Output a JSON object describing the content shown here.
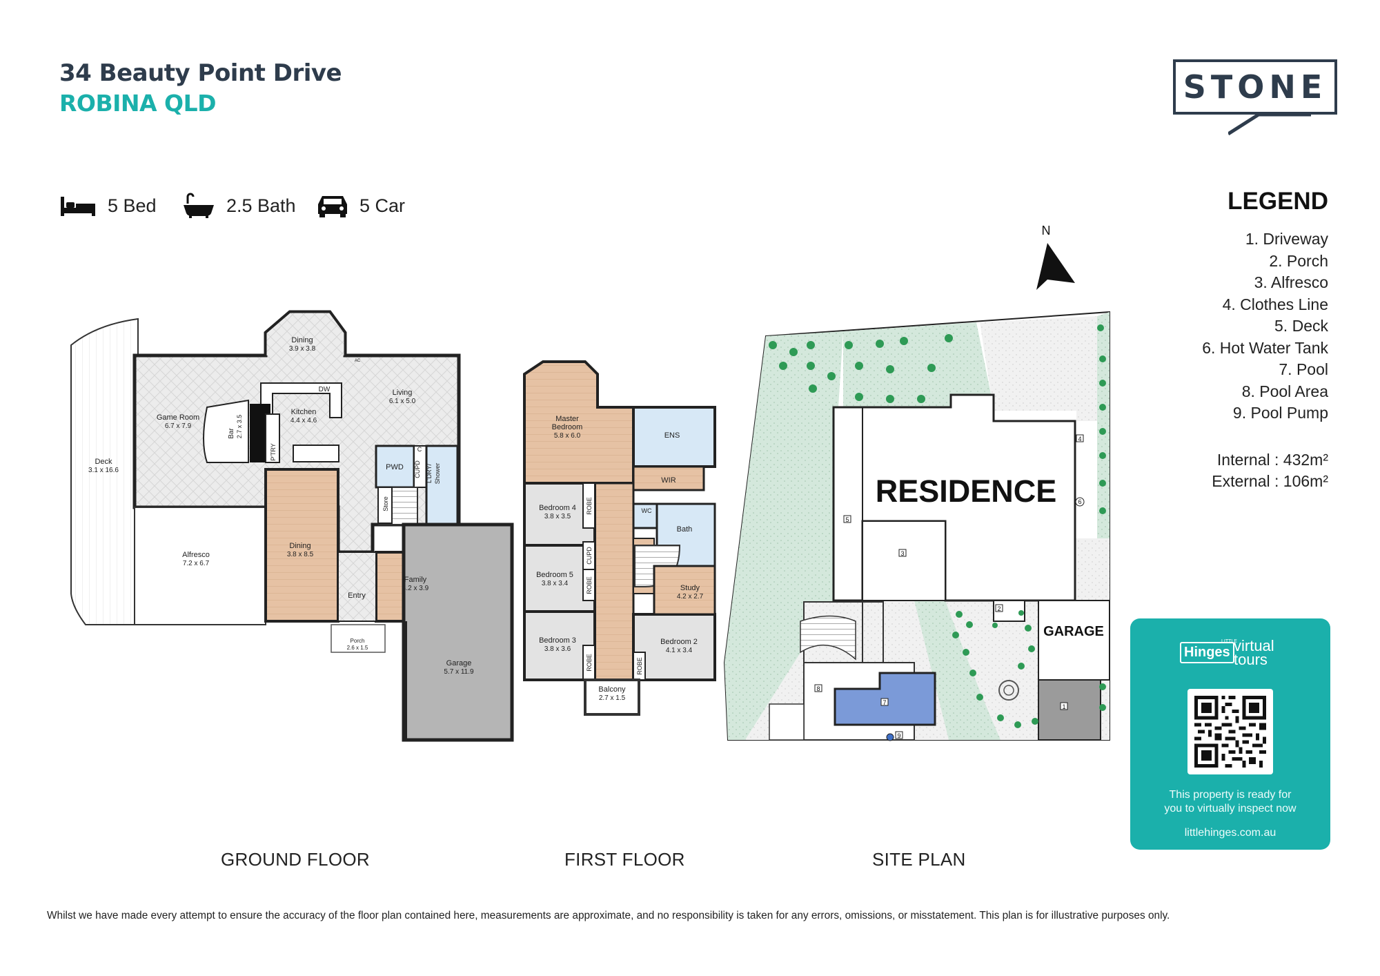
{
  "header": {
    "address_line1": "34 Beauty Point Drive",
    "address_line2": "ROBINA QLD",
    "logo_text": "STONE"
  },
  "features": [
    {
      "icon": "bed-icon",
      "label": "5 Bed"
    },
    {
      "icon": "bath-icon",
      "label": "2.5 Bath"
    },
    {
      "icon": "car-icon",
      "label": "5 Car"
    }
  ],
  "legend": {
    "title": "LEGEND",
    "items": [
      "1. Driveway",
      "2. Porch",
      "3. Alfresco",
      "4. Clothes Line",
      "5. Deck",
      "6. Hot Water Tank",
      "7. Pool",
      "8. Pool Area",
      "9. Pool Pump"
    ],
    "internal": "Internal  : 432m²",
    "external": "External : 106m²"
  },
  "ground_floor": {
    "label": "GROUND FLOOR",
    "rooms": {
      "deck": {
        "name": "Deck",
        "dims": "3.1 x 16.6"
      },
      "game": {
        "name": "Game Room",
        "dims": "6.7 x 7.9"
      },
      "bar": {
        "name": "Bar",
        "dims": "2.7 x 3.5"
      },
      "ptry": {
        "name": "P'TRY"
      },
      "dining_top": {
        "name": "Dining",
        "dims": "3.9 x 3.8"
      },
      "kitchen": {
        "name": "Kitchen",
        "dims": "4.4 x 4.6"
      },
      "dw": {
        "name": "DW"
      },
      "ac": {
        "name": "AC"
      },
      "living": {
        "name": "Living",
        "dims": "6.1 x 5.0"
      },
      "pwd": {
        "name": "PWD"
      },
      "cupd": {
        "name": "CUPD"
      },
      "c": {
        "name": "C"
      },
      "ldry": {
        "name": "L'DRY/"
      },
      "shower": {
        "name": "Shower"
      },
      "store": {
        "name": "Store"
      },
      "alfresco": {
        "name": "Alfresco",
        "dims": "7.2 x 6.7"
      },
      "dining": {
        "name": "Dining",
        "dims": "3.8 x 8.5"
      },
      "family": {
        "name": "Family",
        "dims": "4.2 x 3.9"
      },
      "entry": {
        "name": "Entry"
      },
      "porch": {
        "name": "Porch",
        "dims": "2.6 x 1.5"
      },
      "garage": {
        "name": "Garage",
        "dims": "5.7 x 11.9"
      }
    }
  },
  "first_floor": {
    "label": "FIRST FLOOR",
    "rooms": {
      "master": {
        "name": "Master",
        "name2": "Bedroom",
        "dims": "5.8 x 6.0"
      },
      "ens": {
        "name": "ENS"
      },
      "wir": {
        "name": "WIR"
      },
      "bed4": {
        "name": "Bedroom 4",
        "dims": "3.8 x 3.5"
      },
      "robe1": {
        "name": "ROBE"
      },
      "robe2": {
        "name": "ROBE"
      },
      "robe3": {
        "name": "ROBE"
      },
      "robe4": {
        "name": "ROBE"
      },
      "cupd": {
        "name": "CUPD"
      },
      "wc": {
        "name": "WC"
      },
      "bath": {
        "name": "Bath"
      },
      "bed5": {
        "name": "Bedroom 5",
        "dims": "3.8 x 3.4"
      },
      "study": {
        "name": "Study",
        "dims": "4.2 x 2.7"
      },
      "bed3": {
        "name": "Bedroom 3",
        "dims": "3.8 x 3.6"
      },
      "bed2": {
        "name": "Bedroom 2",
        "dims": "4.1 x 3.4"
      },
      "balcony": {
        "name": "Balcony",
        "dims": "2.7 x 1.5"
      }
    }
  },
  "site_plan": {
    "label": "SITE PLAN",
    "north": "N",
    "residence": "RESIDENCE",
    "garage": "GARAGE",
    "markers": [
      "1",
      "2",
      "3",
      "4",
      "5",
      "6",
      "7",
      "8",
      "9"
    ]
  },
  "virtual_tours": {
    "little": "LITTLE",
    "hinges": "Hinges",
    "virtual": "virtual",
    "tours": "tours",
    "text1": "This property is ready for",
    "text2": "you to virtually inspect now",
    "url": "littlehinges.com.au"
  },
  "disclaimer": "Whilst we have made every attempt to ensure the accuracy of the floor plan contained here, measurements are approximate, and no responsibility is taken for any errors, omissions, or misstatement. This plan is for illustrative purposes only.",
  "colors": {
    "navy": "#2e3c4c",
    "teal": "#1bb0ab",
    "wood": "#e6c2a4",
    "wet": "#d7e8f6",
    "carpet": "#e3e3e3",
    "garage": "#b5b5b5",
    "garden": "#d4e8dc",
    "pool": "#7b9ad8"
  }
}
